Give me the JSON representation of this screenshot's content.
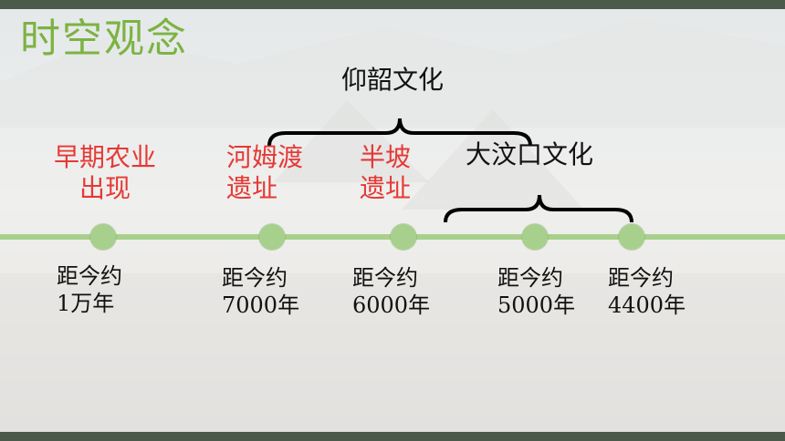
{
  "title": "时空观念",
  "timeline": {
    "line_color": "#a8d08d",
    "dot_color": "#a8d08d",
    "events": [
      {
        "label_line1": "早期农业",
        "label_line2": "出现",
        "date_line1": "距今约",
        "date_line2": "1万年"
      },
      {
        "label_line1": "河姆渡",
        "label_line2": "遗址",
        "date_line1": "距今约",
        "date_line2": "7000年"
      },
      {
        "label_line1": "半坡",
        "label_line2": "遗址",
        "date_line1": "距今约",
        "date_line2": "6000年"
      },
      {
        "label_line1": "",
        "label_line2": "",
        "date_line1": "距今约",
        "date_line2": "5000年"
      },
      {
        "label_line1": "",
        "label_line2": "",
        "date_line1": "距今约",
        "date_line2": "4400年"
      }
    ]
  },
  "cultures": [
    {
      "name": "仰韶文化"
    },
    {
      "name": "大汶口文化"
    }
  ],
  "colors": {
    "title": "#7cb342",
    "site_label": "#e53935",
    "text": "#111111"
  }
}
